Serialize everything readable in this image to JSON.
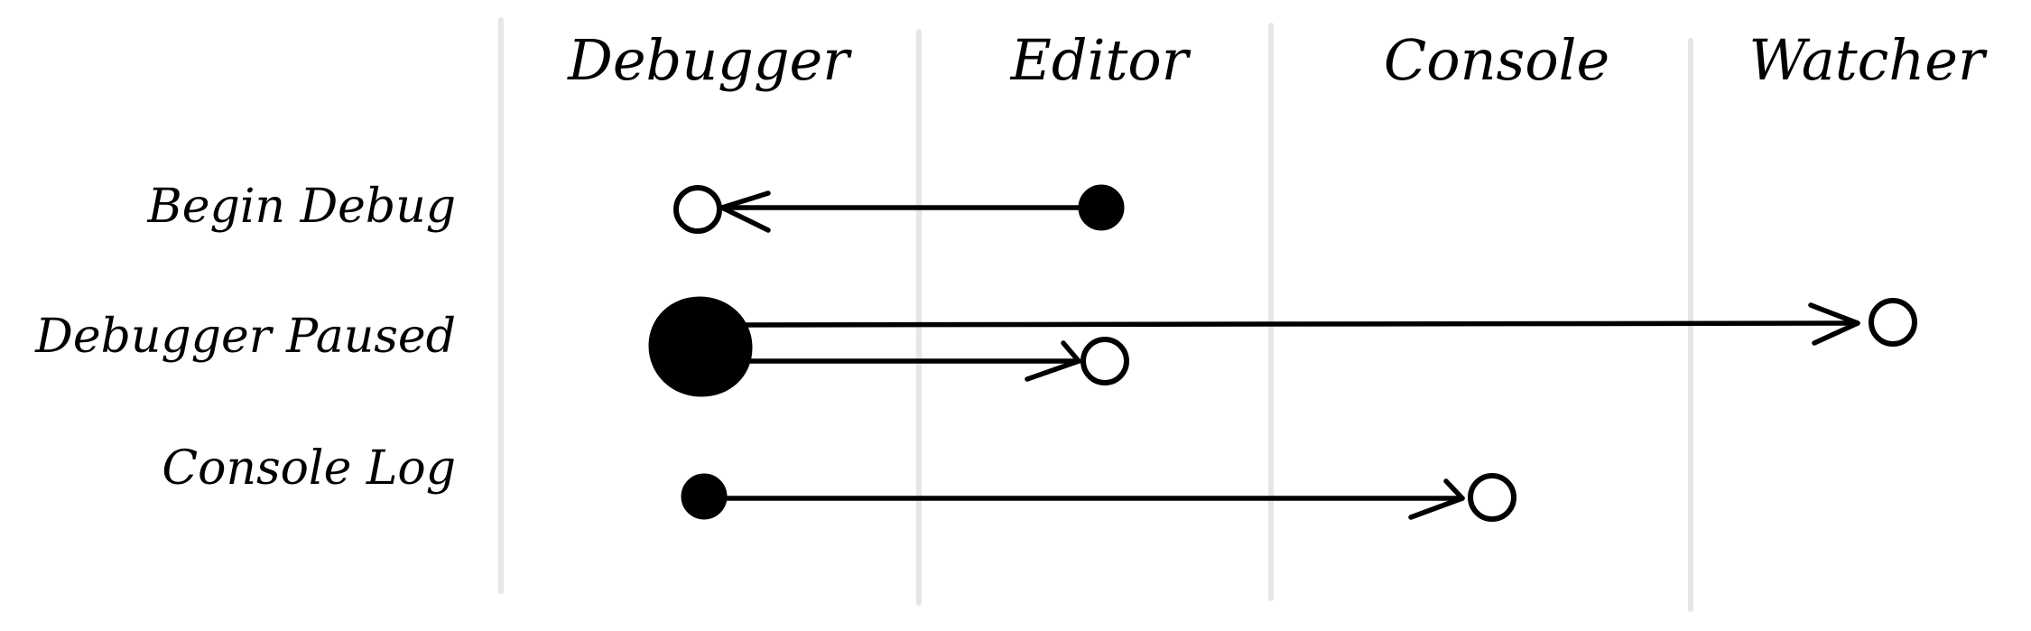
{
  "colors": {
    "ink": "#000000",
    "lane_line": "#e6e6e6",
    "background": "#ffffff"
  },
  "lanes": [
    {
      "id": "debugger",
      "title": "Debugger"
    },
    {
      "id": "editor",
      "title": "Editor"
    },
    {
      "id": "console",
      "title": "Console"
    },
    {
      "id": "watcher",
      "title": "Watcher"
    }
  ],
  "rows": [
    {
      "id": "begin-debug",
      "label": "Begin Debug"
    },
    {
      "id": "debugger-paused",
      "label": "Debugger Paused"
    },
    {
      "id": "console-log",
      "label": "Console Log"
    }
  ],
  "messages": [
    {
      "id": "begin-debug-msg",
      "row": "begin-debug",
      "from": "editor",
      "to": "debugger"
    },
    {
      "id": "paused-to-watcher",
      "row": "debugger-paused",
      "from": "debugger",
      "to": "watcher"
    },
    {
      "id": "paused-to-editor",
      "row": "debugger-paused",
      "from": "debugger",
      "to": "editor"
    },
    {
      "id": "console-log-msg",
      "row": "console-log",
      "from": "debugger",
      "to": "console"
    }
  ]
}
